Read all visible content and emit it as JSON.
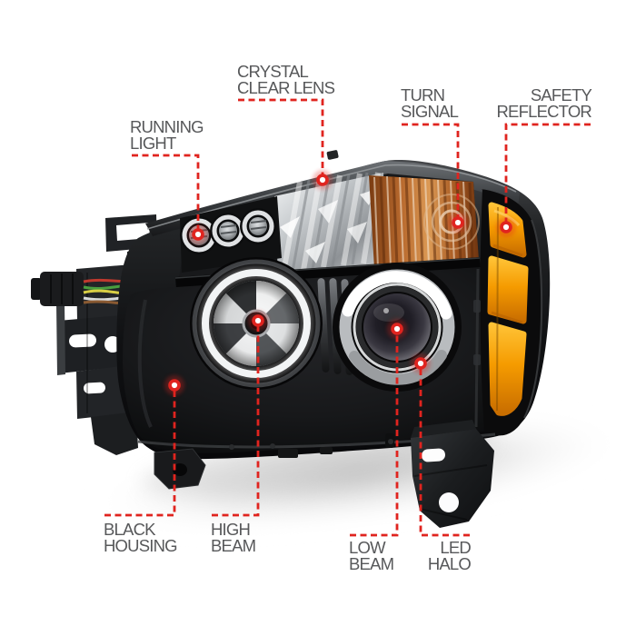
{
  "meta": {
    "title": "Annotated halo projector headlight product diagram",
    "background": "#ffffff"
  },
  "colors": {
    "label_text": "#57585a",
    "callout_red": "#e0241f",
    "dot_core_white": "#ffffff",
    "amber_reflector": "#f59b00",
    "copper_turn_signal": "#b96a2e",
    "housing_black": "#131416",
    "chrome_ring": "#e8eaeb",
    "shadow_gray": "#c7c7c7"
  },
  "callouts": {
    "running_light": "RUNNING\nLIGHT",
    "crystal_clear_lens": "CRYSTAL\nCLEAR LENS",
    "turn_signal": "TURN\nSIGNAL",
    "safety_reflector": "SAFETY\nREFLECTOR",
    "black_housing": "BLACK\nHOUSING",
    "high_beam": "HIGH\nBEAM",
    "low_beam": "LOW\nBEAM",
    "led_halo": "LED\nHALO"
  }
}
